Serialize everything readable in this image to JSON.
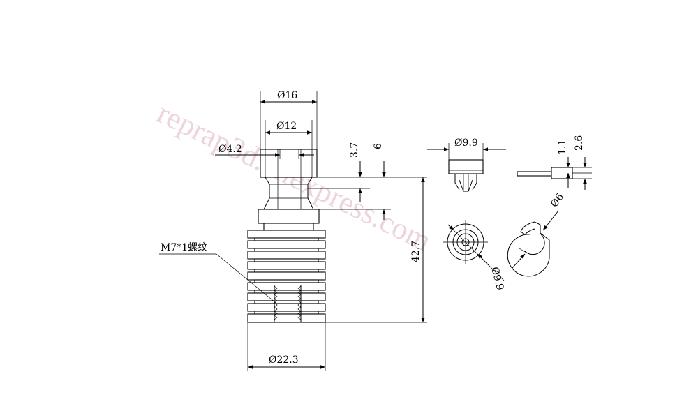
{
  "watermark": {
    "text": "reprap3d.aliexpress.com",
    "color": "#e8c8d4"
  },
  "dimensions": {
    "d16": "Ø16",
    "d12": "Ø12",
    "d4_2": "Ø4.2",
    "h3_7": "3.7",
    "h6": "6",
    "h42_7": "42.7",
    "d22_3": "Ø22.3",
    "d9_9_top": "Ø9.9",
    "d9_9_side": "Ø9.9",
    "h1_1": "1.1",
    "h2_6": "2.6",
    "d6": "Ø6"
  },
  "callouts": {
    "thread": "M7*1螺纹"
  },
  "colors": {
    "line": "#000000",
    "background": "#ffffff"
  }
}
